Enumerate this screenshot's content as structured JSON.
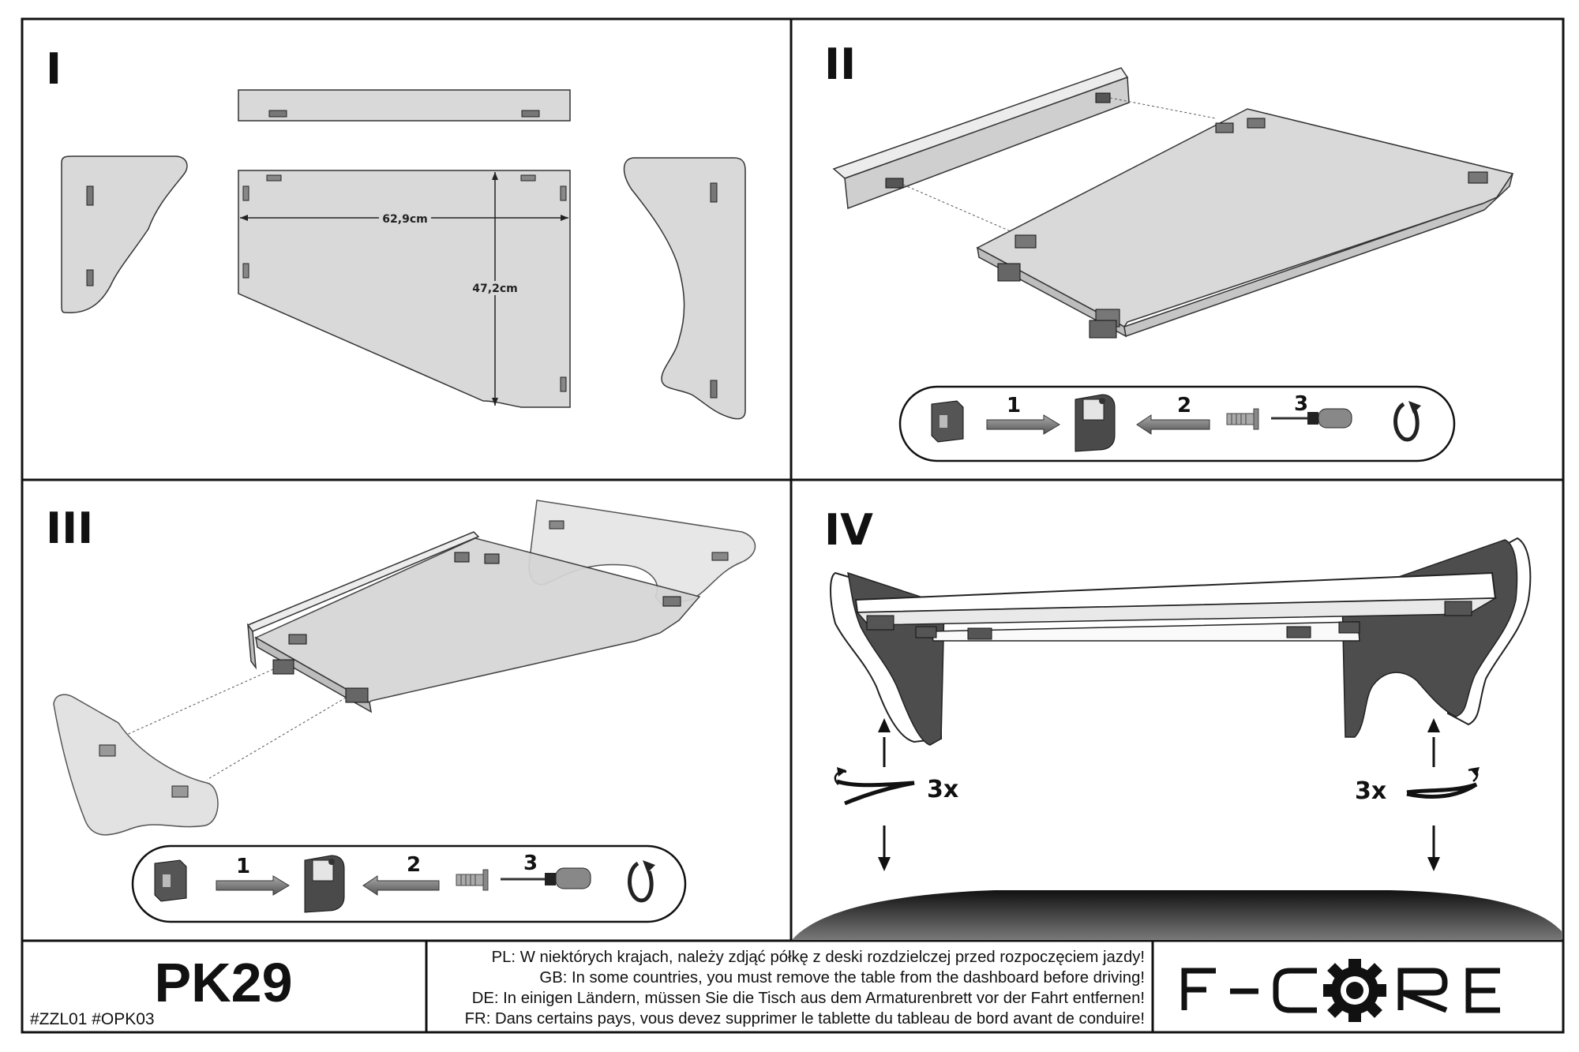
{
  "panels": {
    "p1": {
      "numeral": "I"
    },
    "p2": {
      "numeral": "II"
    },
    "p3": {
      "numeral": "III"
    },
    "p4": {
      "numeral": "IV"
    }
  },
  "dimensions": {
    "width": "62,9cm",
    "depth": "47,2cm"
  },
  "steps": {
    "s1": "1",
    "s2": "2",
    "s3": "3"
  },
  "rotation": {
    "left_count": "3x",
    "right_count": "3x"
  },
  "product": {
    "model": "PK29",
    "codes": "#ZZL01  #OPK03"
  },
  "warnings": [
    "PL: W niektórych krajach, należy zdjąć półkę z deski rozdzielczej przed rozpoczęciem jazdy!",
    "GB: In some countries, you must remove the table from the dashboard before driving!",
    "DE: In einigen Ländern, müssen Sie die Tisch aus dem Armaturenbrett vor der Fahrt entfernen!",
    "FR: Dans certains pays, vous devez supprimer le tablette du tableau de bord avant de conduire!"
  ],
  "brand": {
    "prefix": "F-C",
    "suffix": "RE",
    "logo_icon": "gear-icon"
  },
  "colors": {
    "panel_fill": "#d9d9d9",
    "dark_fill": "#4a4a4a",
    "line": "#111111"
  }
}
